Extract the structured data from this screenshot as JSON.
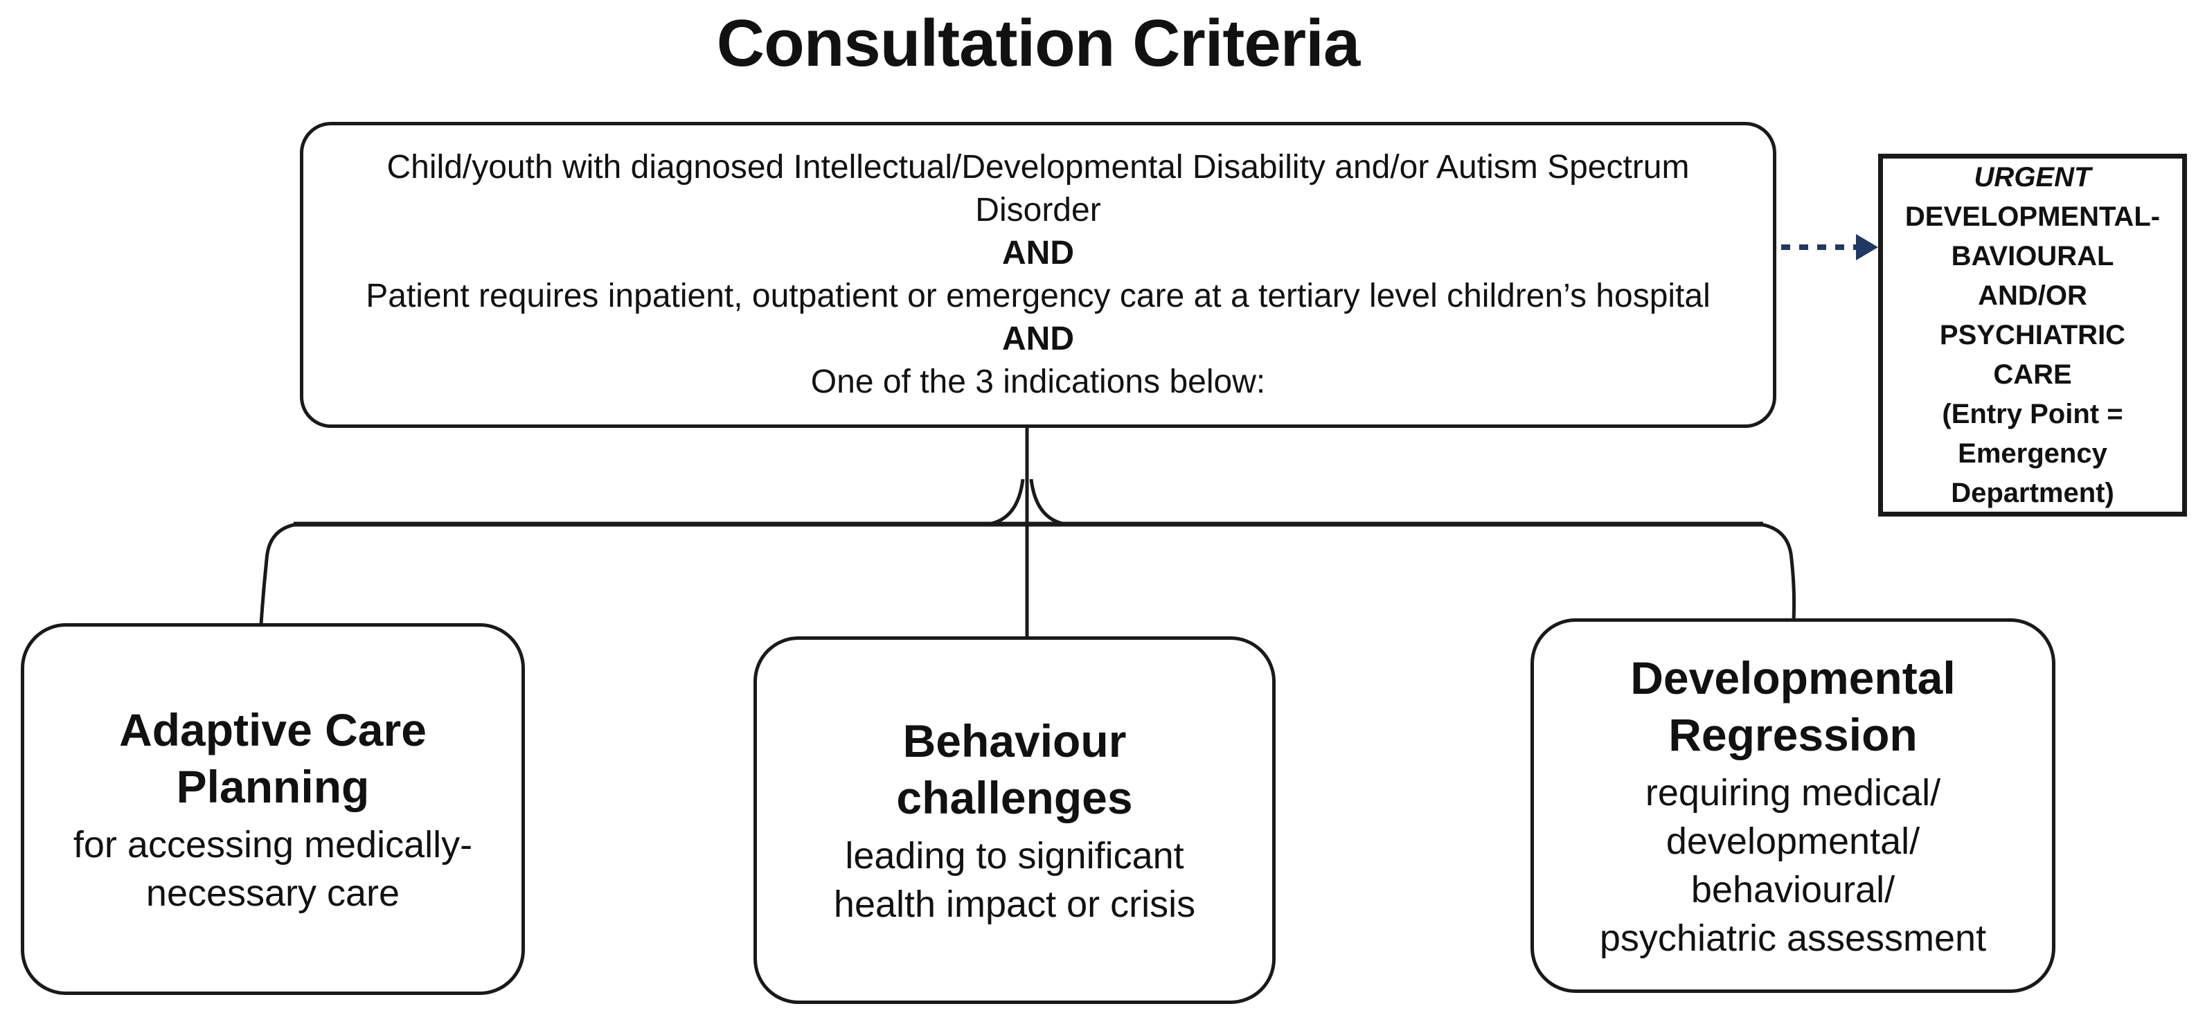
{
  "title": "Consultation Criteria",
  "criteria_box": {
    "lines": [
      {
        "text": "Child/youth with diagnosed Intellectual/Developmental Disability and/or Autism Spectrum",
        "bold": false
      },
      {
        "text": "Disorder",
        "bold": false
      },
      {
        "text": "AND",
        "bold": true
      },
      {
        "text": "Patient requires inpatient, outpatient or emergency care at a tertiary level children’s hospital",
        "bold": false
      },
      {
        "text": "AND",
        "bold": true
      },
      {
        "text": "One of the 3 indications below:",
        "bold": false
      }
    ]
  },
  "urgent_box": {
    "lines": [
      {
        "text": "URGENT",
        "italic": true
      },
      {
        "text": "DEVELOPMENTAL-"
      },
      {
        "text": "BAVIOURAL"
      },
      {
        "text": "AND/OR"
      },
      {
        "text": "PSYCHIATRIC"
      },
      {
        "text": "CARE"
      },
      {
        "text": "(Entry Point ="
      },
      {
        "text": "Emergency"
      },
      {
        "text": "Department)"
      }
    ]
  },
  "indication_boxes": [
    {
      "title_lines": [
        "Adaptive Care",
        "Planning"
      ],
      "body_lines": [
        "for accessing medically-",
        "necessary care"
      ]
    },
    {
      "title_lines": [
        "Behaviour",
        "challenges"
      ],
      "body_lines": [
        "leading to significant",
        "health impact or crisis"
      ]
    },
    {
      "title_lines": [
        "Developmental",
        "Regression"
      ],
      "body_lines": [
        "requiring medical/",
        "developmental/",
        "behavioural/",
        "psychiatric assessment"
      ]
    }
  ],
  "colors": {
    "line": "#1a1a1a",
    "arrow": "#1f3864",
    "background": "#ffffff"
  }
}
